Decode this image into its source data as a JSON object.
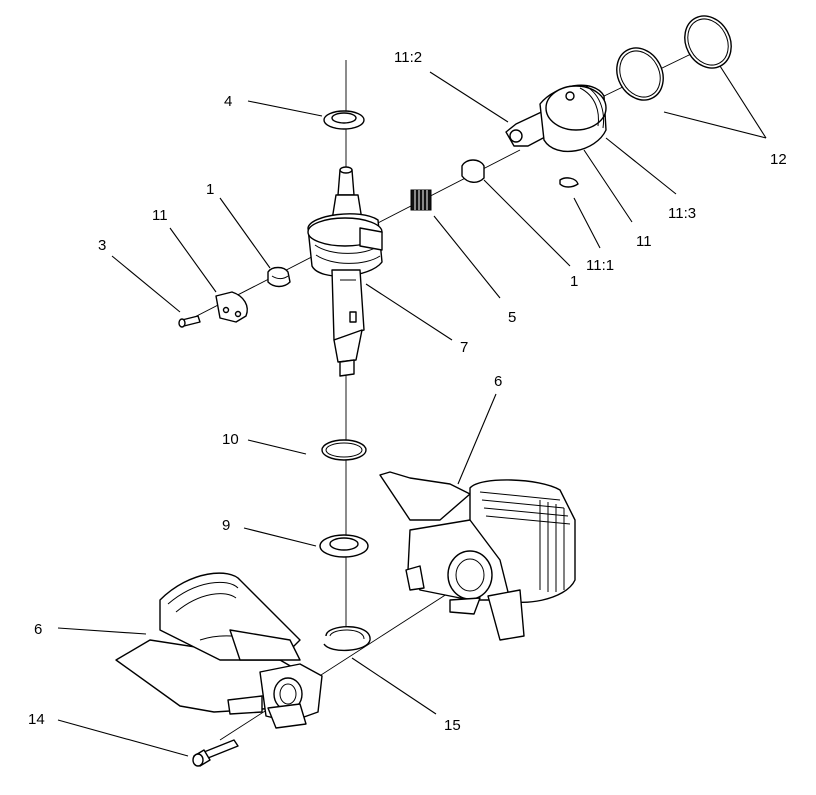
{
  "diagram": {
    "callouts": [
      {
        "id": "c-4",
        "text": "4"
      },
      {
        "id": "c-1-left",
        "text": "1"
      },
      {
        "id": "c-11-left",
        "text": "11"
      },
      {
        "id": "c-3",
        "text": "3"
      },
      {
        "id": "c-7",
        "text": "7"
      },
      {
        "id": "c-5",
        "text": "5"
      },
      {
        "id": "c-1-right",
        "text": "1"
      },
      {
        "id": "c-11-2",
        "text": "11:2"
      },
      {
        "id": "c-11-1",
        "text": "11:1"
      },
      {
        "id": "c-11-right",
        "text": "11"
      },
      {
        "id": "c-11-3",
        "text": "11:3"
      },
      {
        "id": "c-12",
        "text": "12"
      },
      {
        "id": "c-6-right",
        "text": "6"
      },
      {
        "id": "c-10",
        "text": "10"
      },
      {
        "id": "c-9",
        "text": "9"
      },
      {
        "id": "c-6-left",
        "text": "6"
      },
      {
        "id": "c-14",
        "text": "14"
      },
      {
        "id": "c-15",
        "text": "15"
      }
    ]
  }
}
